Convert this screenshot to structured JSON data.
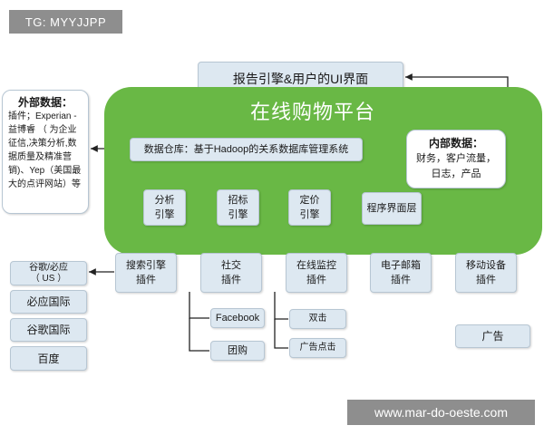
{
  "tg_label": "TG: MYYJJPP",
  "watermark": "www.mar-do-oeste.com",
  "top_box": "报告引擎&用户的UI界面",
  "platform_title": "在线购物平台",
  "external_data": {
    "title": "外部数据：",
    "body": "插件；Experian -益博睿 （ 为企业征信,决策分析,数据质量及精准营销)、Yep（美国最大的点评网站）等"
  },
  "internal_data": {
    "title": "内部数据：",
    "body": "财务，客户流量，日志，产品"
  },
  "warehouse": "数据仓库：基于Hadoop的关系数据库管理系统",
  "engines": [
    {
      "line1": "分析",
      "line2": "引擎"
    },
    {
      "line1": "招标",
      "line2": "引擎"
    },
    {
      "line1": "定价",
      "line2": "引擎"
    }
  ],
  "program_ui": "程序界面层",
  "plugins": [
    {
      "line1": "搜索引擎",
      "line2": "插件"
    },
    {
      "line1": "社交",
      "line2": "插件"
    },
    {
      "line1": "在线监控",
      "line2": "插件"
    },
    {
      "line1": "电子邮箱",
      "line2": "插件"
    },
    {
      "line1": "移动设备",
      "line2": "插件"
    }
  ],
  "search_engines": [
    {
      "line1": "谷歌/必应",
      "line2": "（ US ）"
    },
    {
      "line1": "必应国际",
      "line2": ""
    },
    {
      "line1": "谷歌国际",
      "line2": ""
    },
    {
      "line1": "百度",
      "line2": ""
    }
  ],
  "social_items": [
    "Facebook",
    "团购"
  ],
  "monitor_items": [
    "双击",
    "广告点击"
  ],
  "ad": "广告"
}
